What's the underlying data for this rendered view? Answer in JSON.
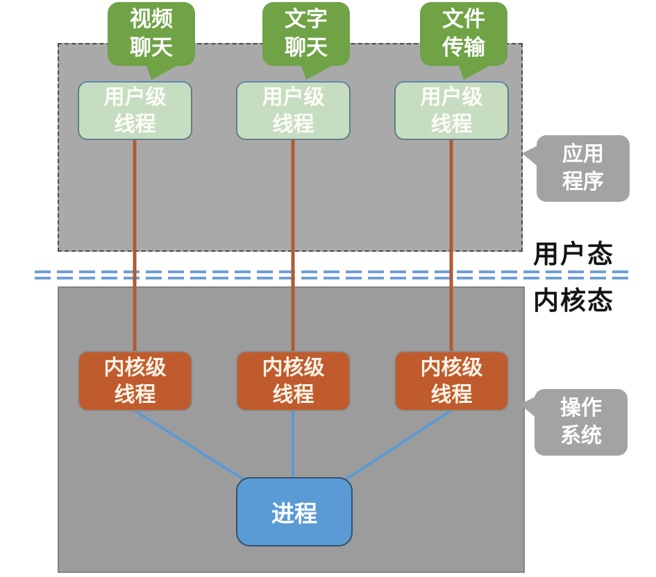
{
  "applications": [
    {
      "app": "视频\n聊天",
      "thread": "用户级\n线程"
    },
    {
      "app": "文字\n聊天",
      "thread": "用户级\n线程"
    },
    {
      "app": "文件\n传输",
      "thread": "用户级\n线程"
    }
  ],
  "kernel": {
    "threads": [
      "内核级\n线程",
      "内核级\n线程",
      "内核级\n线程"
    ],
    "process": "进程"
  },
  "callouts": {
    "application": "应用\n程序",
    "os": "操作\n系统"
  },
  "modes": {
    "user_mode": "用户态",
    "kernel_mode": "内核态"
  },
  "colors": {
    "app_zone_bg": "#a9a9a9",
    "os_zone_bg": "#9c9c9c",
    "app_bubble_green": "#6fa346",
    "user_thread_green": "#c7ddc1",
    "kernel_thread_orange": "#bf5b2c",
    "process_blue": "#5b9bd5",
    "callout_gray": "#a3a3a3",
    "connector_orange": "#b05a33",
    "connector_blue": "#5b9bd5",
    "separator_blue": "#6f9fd4"
  }
}
